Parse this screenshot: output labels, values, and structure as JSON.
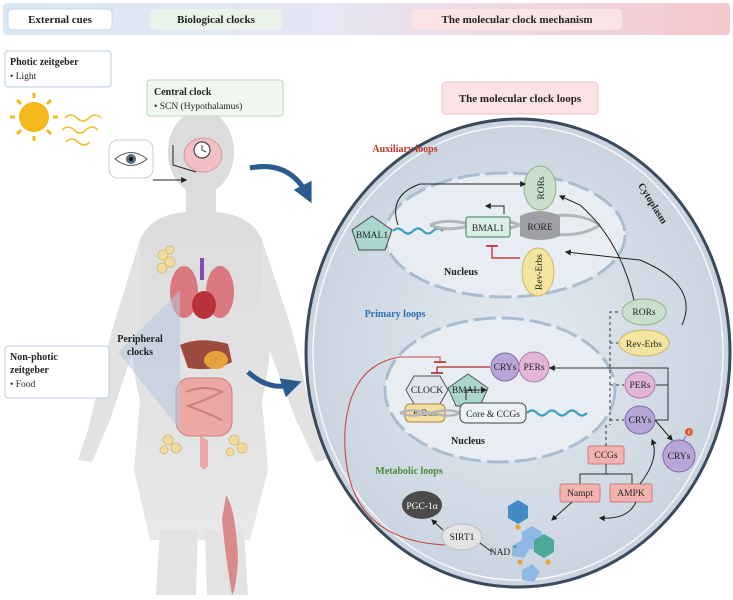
{
  "header": {
    "external_cues": "External cues",
    "biological_clocks": "Biological clocks",
    "molecular_mechanism": "The molecular clock mechanism"
  },
  "left": {
    "photic_title": "Photic zeitgeber",
    "photic_item": "• Light",
    "central_title": "Central clock",
    "central_item": "• SCN (Hypothalamus)",
    "nonphotic_title_1": "Non-photic",
    "nonphotic_title_2": "zeitgeber",
    "nonphotic_item": "• Food",
    "peripheral_1": "Peripheral",
    "peripheral_2": "clocks"
  },
  "loops": {
    "title": "The molecular clock loops",
    "auxiliary": "Auxiliary loops",
    "primary": "Primary loops",
    "metabolic": "Metabolic loops",
    "cytoplasm": "Cytoplasm",
    "nucleus": "Nucleus"
  },
  "molecules": {
    "bmal1": "BMAL1",
    "rors": "RORs",
    "rore": "RORE",
    "rev_erbs": "Rev-Erbs",
    "clock": "CLOCK",
    "bmal_short": "BMAL1",
    "cry": "CRYs",
    "pers": "PERs",
    "fbox": "F-Box",
    "core_ccgs": "Core & CCGs",
    "ccgs": "CCGs",
    "nampt": "Nampt",
    "ampk": "AMPK",
    "sirt1": "SIRT1",
    "nad": "NAD",
    "nad_sup": "+",
    "pgc": "PGC-1α",
    "p": "P"
  },
  "colors": {
    "header_left": "#d6e6f6",
    "header_right": "#f6c9cf",
    "cell": "#d3dce7",
    "rors_fill": "#c9dfc9",
    "rev_fill": "#f3e4a0",
    "pers_fill": "#e3b6d7",
    "cry_fill": "#b8a6d9",
    "salmon": "#f2b3b0"
  }
}
